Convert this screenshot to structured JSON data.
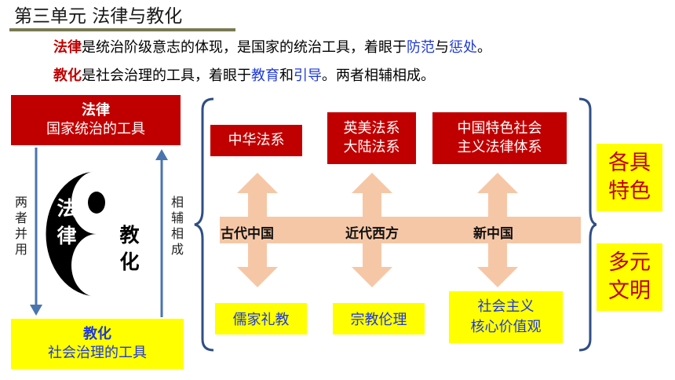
{
  "heading": "第三单元 法律与教化",
  "intro": [
    {
      "parts": [
        {
          "text": "法律",
          "style": "red"
        },
        {
          "text": "是统治阶级意志的体现，是国家的统治工具，着眼于",
          "style": "plain"
        },
        {
          "text": "防范",
          "style": "blue"
        },
        {
          "text": "与",
          "style": "plain"
        },
        {
          "text": "惩处",
          "style": "blue"
        },
        {
          "text": "。",
          "style": "plain"
        }
      ]
    },
    {
      "parts": [
        {
          "text": "教化",
          "style": "red"
        },
        {
          "text": "是社会治理的工具，着眼于",
          "style": "plain"
        },
        {
          "text": "教育",
          "style": "blue"
        },
        {
          "text": "和",
          "style": "plain"
        },
        {
          "text": "引导",
          "style": "blue"
        },
        {
          "text": "。两者相辅相成。",
          "style": "plain"
        }
      ]
    }
  ],
  "law_box": {
    "title": "法律",
    "desc": "国家统治的工具"
  },
  "edu_box": {
    "title": "教化",
    "desc": "社会治理的工具"
  },
  "left_side": [
    "两",
    "者",
    "并",
    "用"
  ],
  "right_side": [
    "相",
    "辅",
    "相",
    "成"
  ],
  "yin_yang": {
    "top_chars": [
      "法",
      "律"
    ],
    "bottom_chars": [
      "教",
      "化"
    ]
  },
  "law_systems": {
    "china": "中华法系",
    "western": [
      "英美法系",
      "大陆法系"
    ],
    "socialist": [
      "中国特色社会",
      "主义法律体系"
    ]
  },
  "eras": {
    "ancient": "古代中国",
    "west": "近代西方",
    "new": "新中国"
  },
  "moral_systems": {
    "confucian": "儒家礼教",
    "religious": "宗教伦理",
    "socialist": [
      "社会主义",
      "核心价值观"
    ]
  },
  "conclusions": {
    "distinct": [
      "各具",
      "特色"
    ],
    "diverse": [
      "多元",
      "文明"
    ]
  },
  "colors": {
    "red": "#c00000",
    "blue": "#1f3ad6",
    "yellow": "#ffff00",
    "peach": "#f6c7a6",
    "bracket": "#2f4e86",
    "arrow": "#4a74ad"
  }
}
